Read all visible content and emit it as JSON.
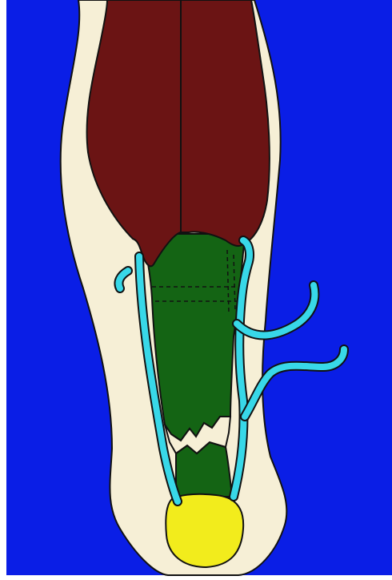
{
  "diagram": {
    "type": "anatomical-schematic",
    "labels": [],
    "colors": {
      "background": "#0a1ee6",
      "frame": "#ffffff",
      "skin": "#f6efd6",
      "muscle": "#6b1414",
      "tendon": "#146414",
      "nerve": "#38d8e8",
      "fat_pad": "#f2ec1c",
      "outline": "#111111"
    },
    "parts": [
      {
        "id": "skin-outline",
        "color_key": "skin"
      },
      {
        "id": "muscle-belly-left",
        "color_key": "muscle"
      },
      {
        "id": "muscle-belly-right",
        "color_key": "muscle"
      },
      {
        "id": "tendon",
        "color_key": "tendon"
      },
      {
        "id": "rupture-gap",
        "color_key": "skin"
      },
      {
        "id": "nerve-left",
        "color_key": "nerve"
      },
      {
        "id": "nerve-right",
        "color_key": "nerve"
      },
      {
        "id": "fat-pad",
        "color_key": "fat_pad"
      }
    ]
  }
}
